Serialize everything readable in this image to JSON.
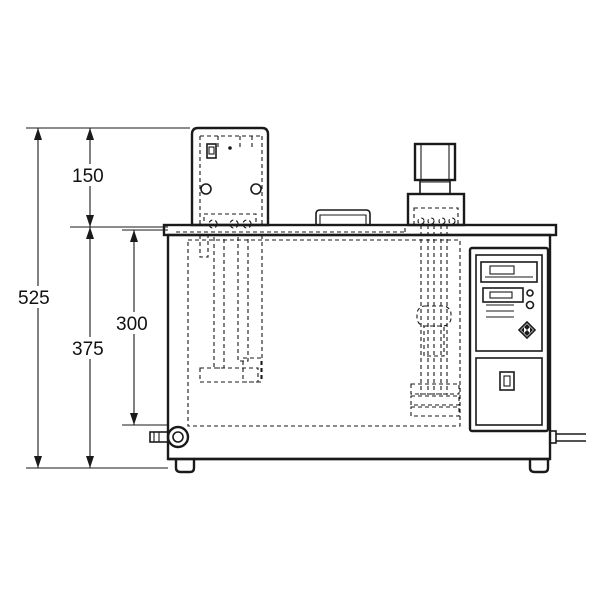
{
  "dimensions": {
    "overall_height": "525",
    "top_section_height": "150",
    "body_height": "375",
    "bath_depth": "300"
  },
  "colors": {
    "line": "#1a1a1a",
    "background": "#ffffff"
  }
}
